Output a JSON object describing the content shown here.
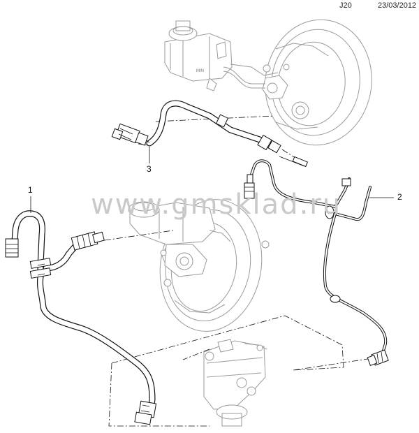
{
  "header": {
    "code": "J20",
    "date": "23/03/2012"
  },
  "watermark": "www.gmsklad.ru",
  "callouts": [
    {
      "id": "1",
      "text": "1"
    },
    {
      "id": "2",
      "text": "2"
    },
    {
      "id": "3",
      "text": "3"
    }
  ],
  "component_labels": {
    "reservoir_mark": "MIN"
  },
  "colors": {
    "line": "#111111",
    "faded_line": "#9a9a9a",
    "watermark": "#c9c9c9",
    "background": "#ffffff"
  }
}
